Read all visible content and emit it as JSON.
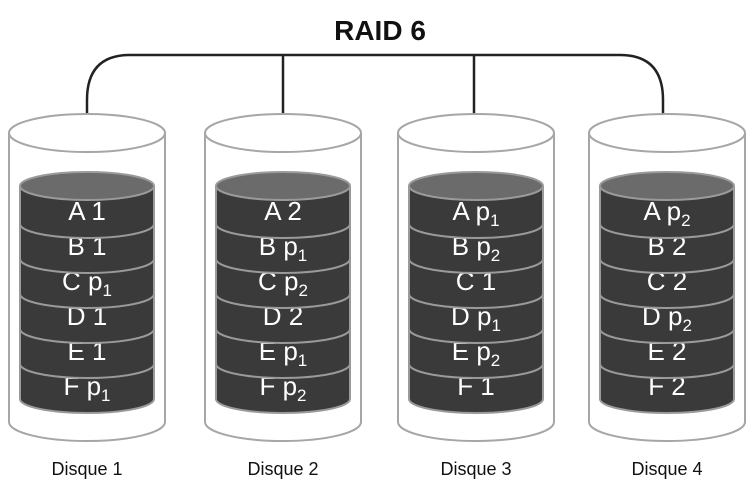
{
  "title": "RAID 6",
  "disks": [
    {
      "label": "Disque 1",
      "blocks": [
        {
          "main": "A 1",
          "sub": ""
        },
        {
          "main": "B 1",
          "sub": ""
        },
        {
          "main": "C p",
          "sub": "1"
        },
        {
          "main": "D 1",
          "sub": ""
        },
        {
          "main": "E 1",
          "sub": ""
        },
        {
          "main": "F p",
          "sub": "1"
        }
      ]
    },
    {
      "label": "Disque 2",
      "blocks": [
        {
          "main": "A 2",
          "sub": ""
        },
        {
          "main": "B p",
          "sub": "1"
        },
        {
          "main": "C p",
          "sub": "2"
        },
        {
          "main": "D 2",
          "sub": ""
        },
        {
          "main": "E p",
          "sub": "1"
        },
        {
          "main": "F p",
          "sub": "2"
        }
      ]
    },
    {
      "label": "Disque 3",
      "blocks": [
        {
          "main": "A p",
          "sub": "1"
        },
        {
          "main": "B p",
          "sub": "2"
        },
        {
          "main": "C 1",
          "sub": ""
        },
        {
          "main": "D p",
          "sub": "1"
        },
        {
          "main": "E p",
          "sub": "2"
        },
        {
          "main": "F 1",
          "sub": ""
        }
      ]
    },
    {
      "label": "Disque 4",
      "blocks": [
        {
          "main": "A p",
          "sub": "2"
        },
        {
          "main": "B 2",
          "sub": ""
        },
        {
          "main": "C 2",
          "sub": ""
        },
        {
          "main": "D p",
          "sub": "2"
        },
        {
          "main": "E 2",
          "sub": ""
        },
        {
          "main": "F 2",
          "sub": ""
        }
      ]
    }
  ],
  "colors": {
    "block_fill": "#3a3a3a",
    "block_top": "#6b6b6b",
    "block_stroke": "#9a9a9a",
    "cylinder_stroke": "#a6a6a6",
    "connector": "#222222"
  }
}
